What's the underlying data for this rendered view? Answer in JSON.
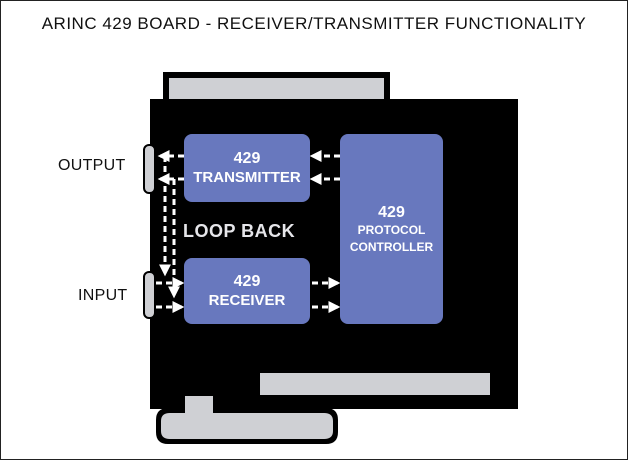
{
  "title": "ARINC 429 BOARD - RECEIVER/TRANSMITTER FUNCTIONALITY",
  "labels": {
    "output": "OUTPUT",
    "input": "INPUT",
    "loop_back": "LOOP BACK"
  },
  "blocks": {
    "transmitter": {
      "number": "429",
      "name": "TRANSMITTER"
    },
    "receiver": {
      "number": "429",
      "name": "RECEIVER"
    },
    "protocol_controller": {
      "number": "429",
      "line1": "PROTOCOL",
      "line2": "CONTROLLER"
    }
  },
  "colors": {
    "board": "#000000",
    "block": "#6878be",
    "connector": "#cfd0d4",
    "arrow": "#ffffff"
  }
}
